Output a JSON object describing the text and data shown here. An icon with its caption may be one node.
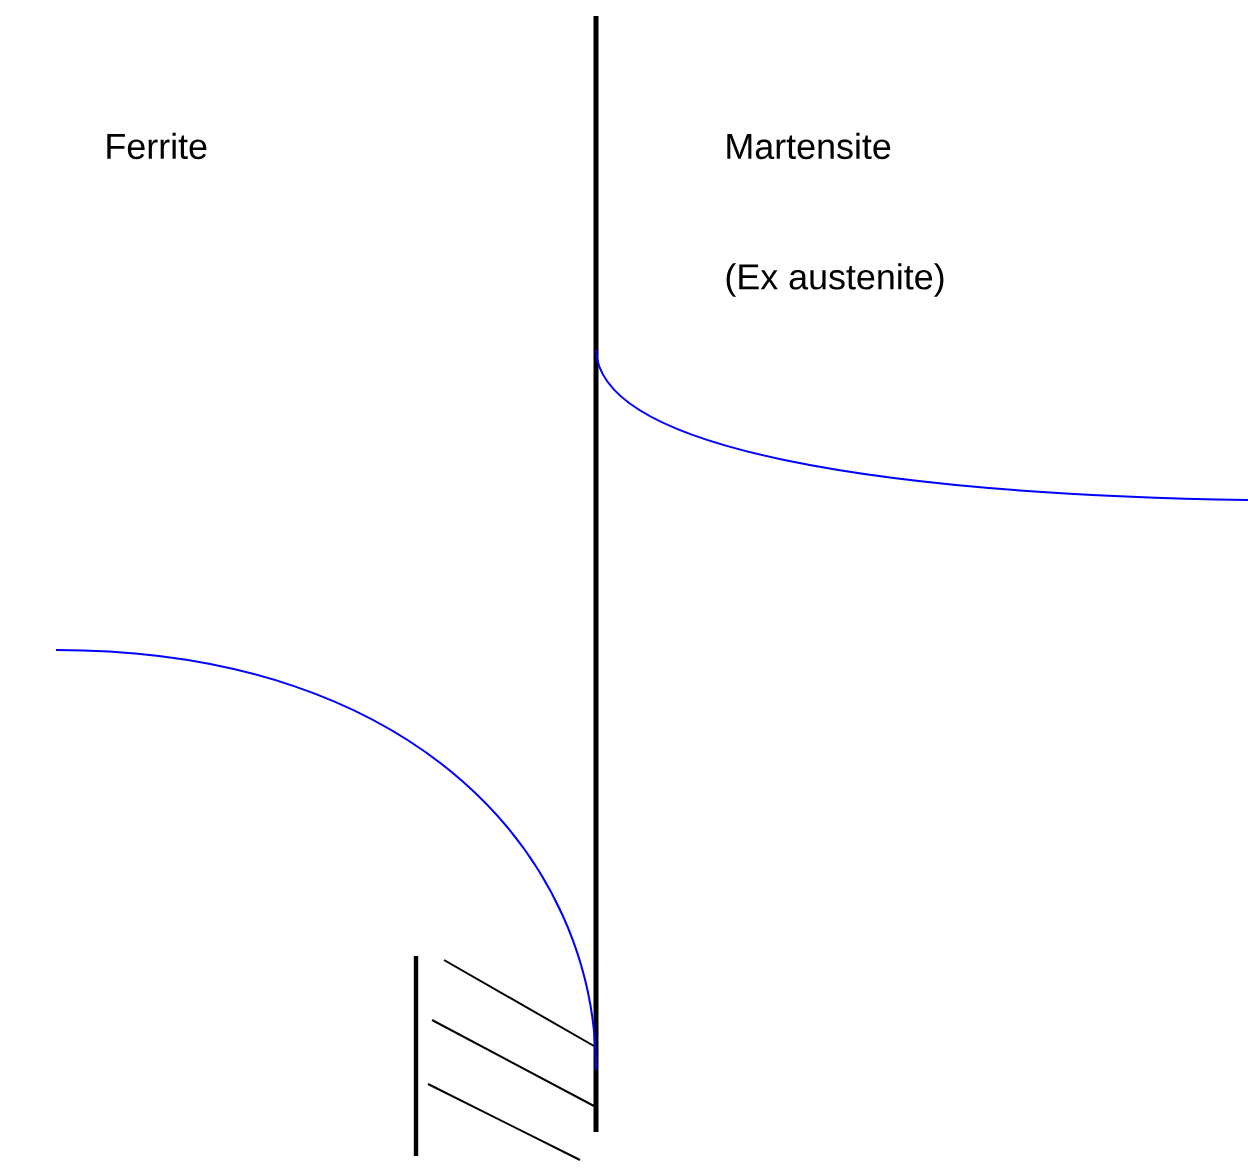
{
  "diagram": {
    "labels": [
      "Ferrite",
      "Martensite",
      "(Ex austenite)"
    ]
  }
}
